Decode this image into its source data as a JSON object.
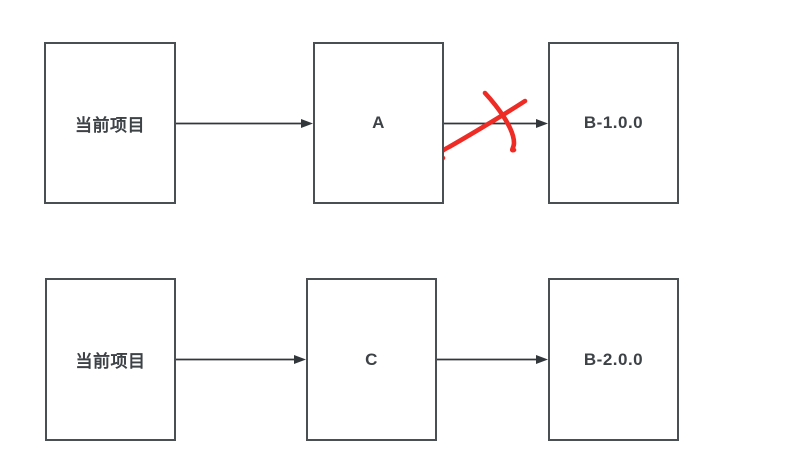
{
  "diagram": {
    "description": "Dependency mediation diagram: current project depends on A which depends on B-1.0.0 (crossed out), and on C which depends on B-2.0.0",
    "rows": [
      {
        "nodes": [
          {
            "label": "当前项目"
          },
          {
            "label": "A"
          },
          {
            "label": "B-1.0.0"
          }
        ],
        "edges": [
          {
            "from": "当前项目",
            "to": "A",
            "crossed": false
          },
          {
            "from": "A",
            "to": "B-1.0.0",
            "crossed": true
          }
        ]
      },
      {
        "nodes": [
          {
            "label": "当前项目"
          },
          {
            "label": "C"
          },
          {
            "label": "B-2.0.0"
          }
        ],
        "edges": [
          {
            "from": "当前项目",
            "to": "C",
            "crossed": false
          },
          {
            "from": "C",
            "to": "B-2.0.0",
            "crossed": false
          }
        ]
      }
    ]
  },
  "colors": {
    "background": "#ffffff",
    "node_border": "#4a4f54",
    "node_text": "#3d4247",
    "edge": "#32373c",
    "cross_mark": "#ee2b24"
  }
}
